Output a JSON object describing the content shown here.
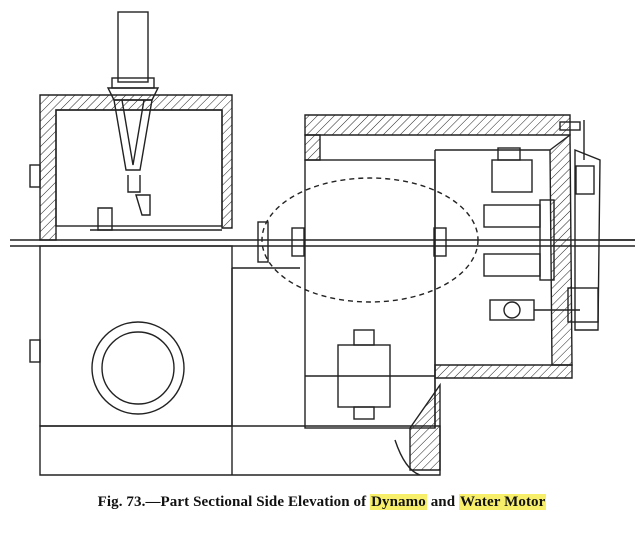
{
  "caption": {
    "prefix": "Fig. 73.—Part Sectional Side Elevation of ",
    "highlight_1": "Dynamo",
    "middle": " and ",
    "highlight_2": "Water Motor"
  },
  "colors": {
    "line": "#222222",
    "highlight": "#f7ef6a",
    "background": "#ffffff"
  }
}
